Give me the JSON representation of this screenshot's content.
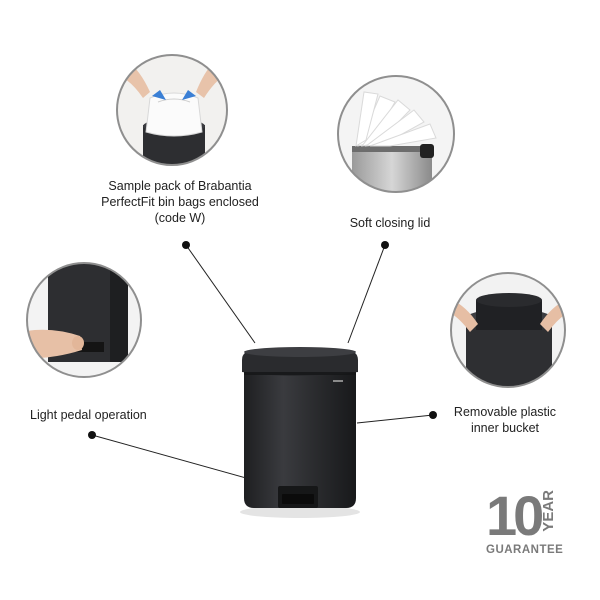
{
  "callouts": {
    "bags": {
      "line1": "Sample pack of Brabantia",
      "line2": "PerfectFit bin bags enclosed",
      "line3": "(code W)"
    },
    "lid": {
      "line1": "Soft closing lid"
    },
    "pedal": {
      "line1": "Light pedal operation"
    },
    "bucket": {
      "line1": "Removable plastic",
      "line2": "inner bucket"
    }
  },
  "guarantee": {
    "number": "10",
    "year": "YEAR",
    "text": "GUARANTEE"
  },
  "colors": {
    "bin_body": "#2f3033",
    "bin_dark": "#1f2022",
    "circle_border": "#8f8f8f",
    "guarantee_gray": "#7a7a7a"
  }
}
